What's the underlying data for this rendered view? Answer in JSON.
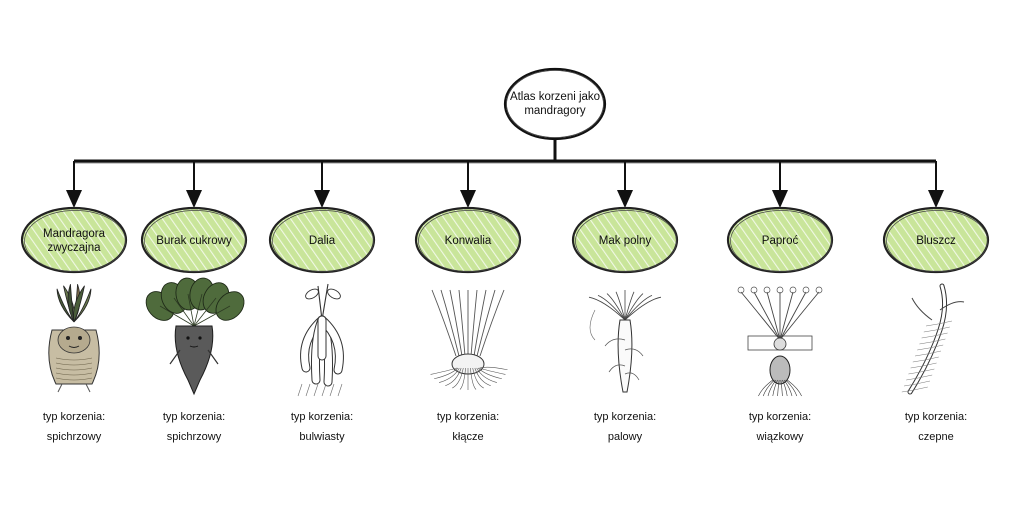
{
  "root": {
    "label_lines": [
      "Atlas korzeni jako",
      "mandragory"
    ]
  },
  "style": {
    "node_fill": "#c9e59a",
    "node_hatch": "#ffffff",
    "node_stroke": "#222222",
    "connector": "#111111"
  },
  "plants": [
    {
      "name_lines": [
        "Mandragora",
        "zwyczajna"
      ],
      "caption_label": "typ korzenia:",
      "root_type": "spichrzowy",
      "illustration": "mandrake-icon"
    },
    {
      "name_lines": [
        "Burak cukrowy"
      ],
      "caption_label": "typ korzenia:",
      "root_type": "spichrzowy",
      "illustration": "beet-icon"
    },
    {
      "name_lines": [
        "Dalia"
      ],
      "caption_label": "typ korzenia:",
      "root_type": "bulwiasty",
      "illustration": "dahlia-tuber-icon"
    },
    {
      "name_lines": [
        "Konwalia"
      ],
      "caption_label": "typ korzenia:",
      "root_type": "kłącze",
      "illustration": "rhizome-icon"
    },
    {
      "name_lines": [
        "Mak polny"
      ],
      "caption_label": "typ korzenia:",
      "root_type": "palowy",
      "illustration": "taproot-icon"
    },
    {
      "name_lines": [
        "Paproć"
      ],
      "caption_label": "typ korzenia:",
      "root_type": "wiązkowy",
      "illustration": "fibrous-root-icon"
    },
    {
      "name_lines": [
        "Bluszcz"
      ],
      "caption_label": "typ korzenia:",
      "root_type": "czepne",
      "illustration": "clinging-root-icon"
    }
  ]
}
